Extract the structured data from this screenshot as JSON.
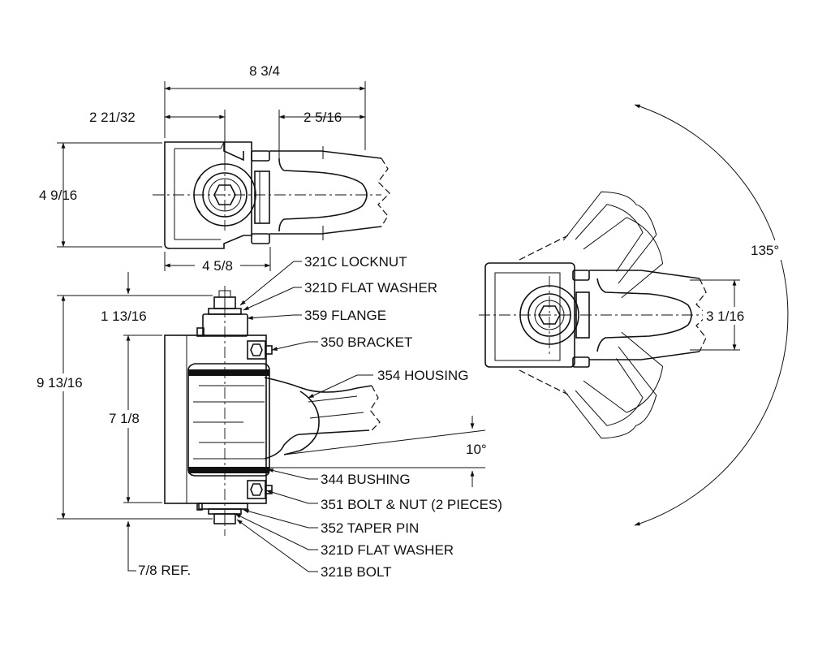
{
  "dimensions": {
    "overall_length": "8 3/4",
    "left_offset": "2 21/32",
    "right_offset": "2 5/16",
    "width": "4 9/16",
    "base_width": "4 5/8",
    "top_offset": "1 13/16",
    "overall_height": "9 13/16",
    "bracket_height": "7 1/8",
    "bottom_ref": "7/8 REF.",
    "angle_tilt": "10°",
    "angle_swing": "135°",
    "housing_width": "3 1/16"
  },
  "callouts": {
    "locknut": "321C LOCKNUT",
    "flat_washer_top": "321D FLAT WASHER",
    "flange": "359 FLANGE",
    "bracket": "350 BRACKET",
    "housing": "354 HOUSING",
    "bushing": "344 BUSHING",
    "bolt_nut": "351 BOLT & NUT (2 PIECES)",
    "taper_pin": "352 TAPER PIN",
    "flat_washer_bottom": "321D FLAT WASHER",
    "bolt": "321B BOLT"
  }
}
